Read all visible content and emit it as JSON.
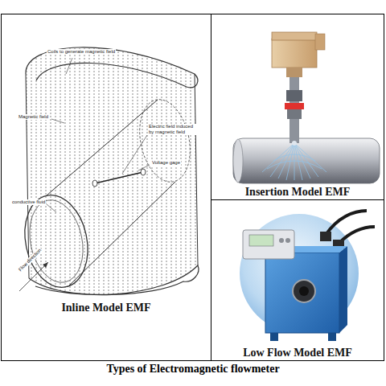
{
  "diagram": {
    "caption": "Types of Electromagnetic flowmeter",
    "nodes": [
      {
        "text": [
          "Inline Model EMF"
        ]
      },
      {
        "text": [
          "Insertion Model EMF"
        ]
      },
      {
        "text": [
          "Low Flow Model EMF"
        ]
      }
    ],
    "labels": [
      "Coils to generate magnetic field",
      "Magnetic field",
      "Electric field induced by magnetic field",
      "Voltage gage",
      "conductive fluid",
      "Flow direction"
    ]
  }
}
